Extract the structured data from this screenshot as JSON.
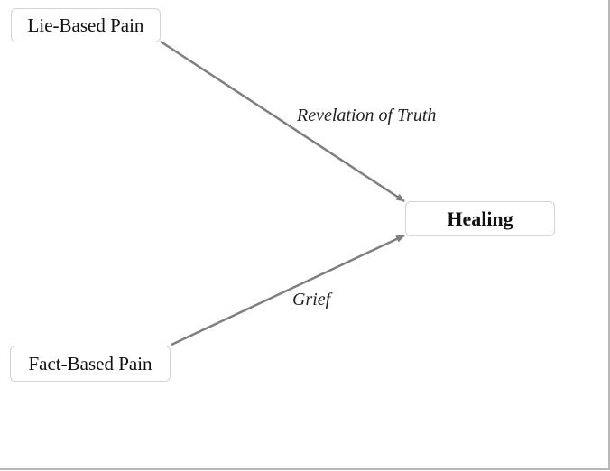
{
  "diagram": {
    "nodes": {
      "lie_based_pain": "Lie-Based Pain",
      "fact_based_pain": "Fact-Based Pain",
      "healing": "Healing"
    },
    "edges": [
      {
        "from": "Lie-Based Pain",
        "to": "Healing",
        "label": "Revelation of Truth"
      },
      {
        "from": "Fact-Based Pain",
        "to": "Healing",
        "label": "Grief"
      }
    ],
    "colors": {
      "edge": "#7f7f7f",
      "node_border": "#d4d4d4",
      "text": "#111111"
    }
  }
}
